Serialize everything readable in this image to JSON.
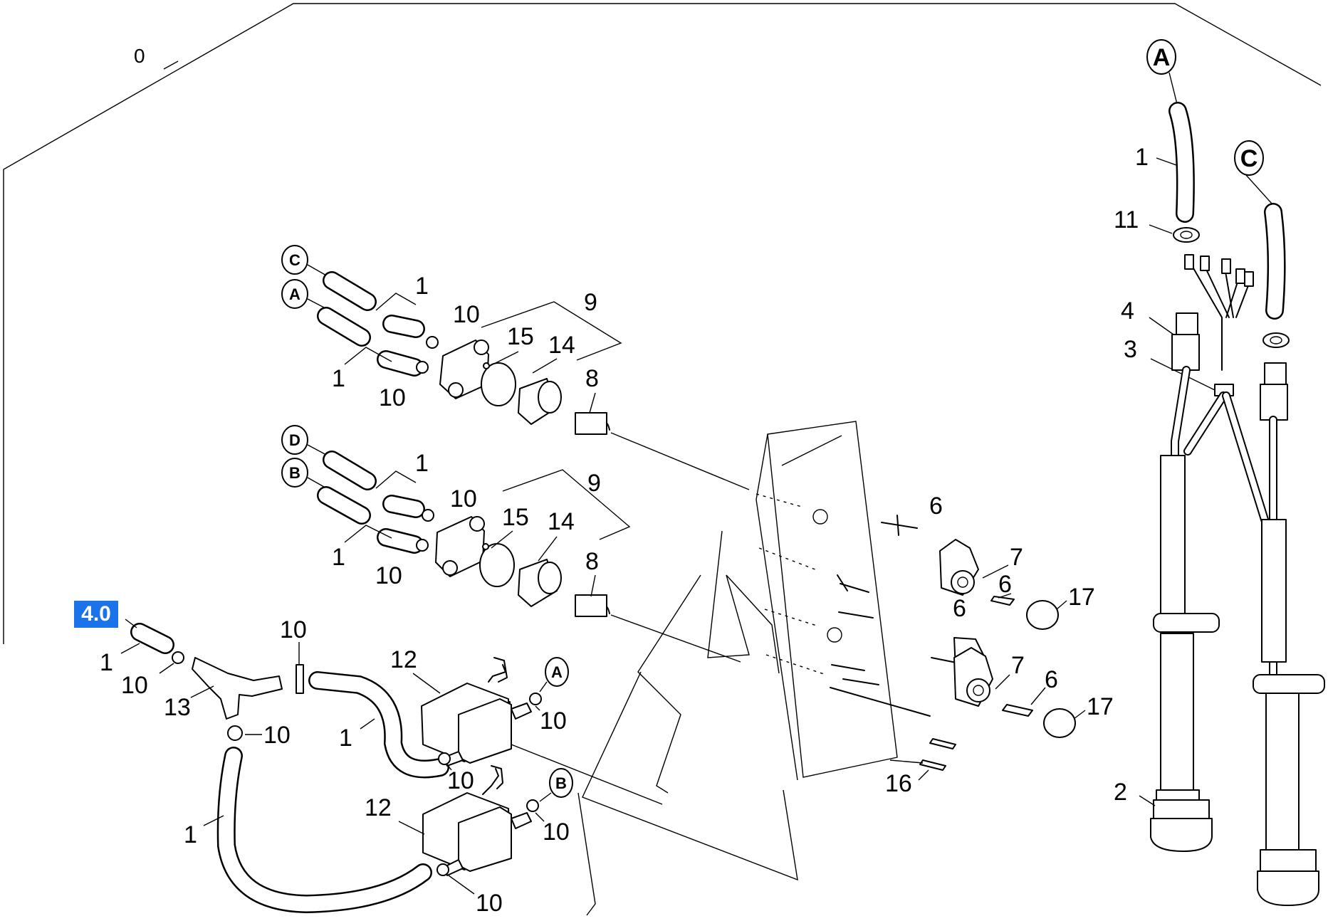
{
  "highlight": {
    "label": "4.0",
    "color": "#1a73e8"
  },
  "callouts": {
    "c0": "0",
    "c1": "1",
    "c2": "2",
    "c3": "3",
    "c4": "4",
    "c6": "6",
    "c7": "7",
    "c8": "8",
    "c9": "9",
    "c10": "10",
    "c11": "11",
    "c12": "12",
    "c13": "13",
    "c14": "14",
    "c15": "15",
    "c16": "16",
    "c17": "17"
  },
  "connectors": {
    "A": "A",
    "B": "B",
    "C": "C",
    "D": "D"
  }
}
